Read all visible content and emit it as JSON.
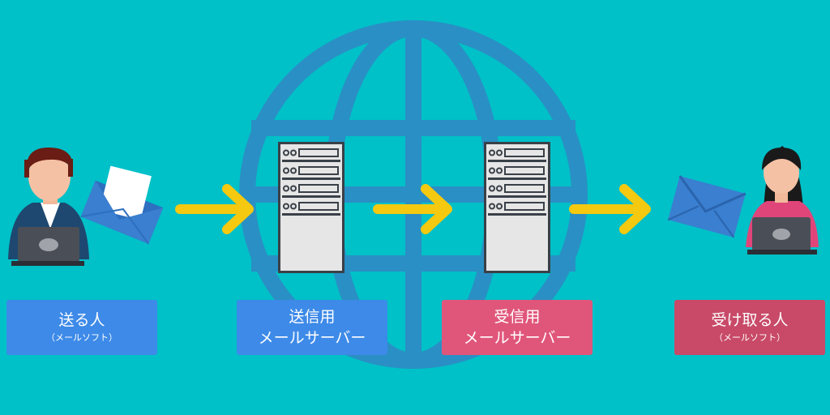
{
  "colors": {
    "background": "#00c0c8",
    "globe": "#2a8fc4",
    "arrow": "#f5c90f",
    "blue_box": "#3d8ae8",
    "pink_box": "#e0567a",
    "dark_pink_box": "#c84a68",
    "envelope": "#3a7fd0",
    "server_body": "#e8e8e8"
  },
  "nodes": [
    {
      "id": "sender",
      "icon": "person-laptop-male-icon",
      "line1": "送る人",
      "line2": "（メールソフト）"
    },
    {
      "id": "send-server",
      "icon": "server-icon",
      "line1": "送信用",
      "line2": "メールサーバー"
    },
    {
      "id": "recv-server",
      "icon": "server-icon",
      "line1": "受信用",
      "line2": "メールサーバー"
    },
    {
      "id": "receiver",
      "icon": "person-laptop-female-icon",
      "line1": "受け取る人",
      "line2": "（メールソフト）"
    }
  ],
  "icons": {
    "background": "globe-icon",
    "flow": "arrow-right-icon",
    "mail_open": "envelope-open-icon",
    "mail_closed": "envelope-closed-icon"
  }
}
